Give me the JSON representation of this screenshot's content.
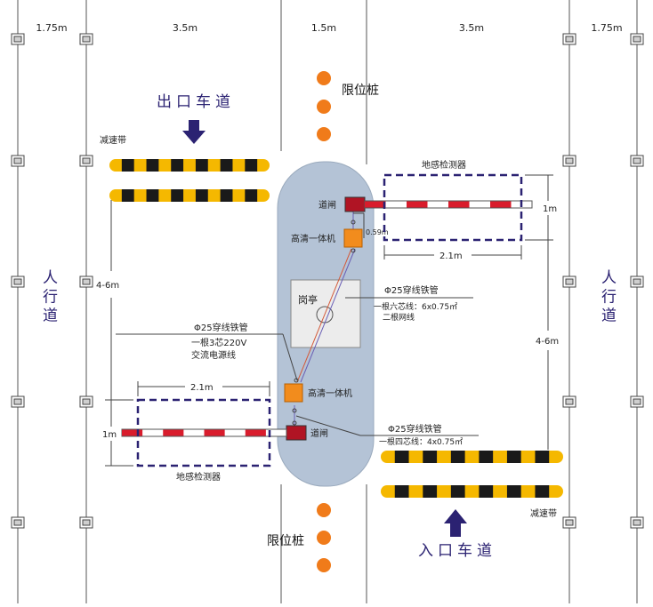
{
  "dimensions": {
    "side_left": "1.75m",
    "lane_left": "3.5m",
    "middle": "1.5m",
    "lane_right": "3.5m",
    "side_right": "1.75m"
  },
  "labels": {
    "exit_lane": "出口车道",
    "entry_lane": "入口车道",
    "speed_bump_top": "减速带",
    "speed_bump_bottom": "减速带",
    "limit_post_top": "限位桩",
    "limit_post_bottom": "限位桩",
    "sidewalk_left": "人行道",
    "sidewalk_right": "人行道",
    "booth": "岗亭",
    "gate_top": "道闸",
    "gate_bottom": "道闸",
    "camera_top": "高清一体机",
    "camera_bottom": "高清一体机",
    "loop_detector_top": "地感检测器",
    "loop_detector_bottom": "地感检测器",
    "loop_width_top": "2.1m",
    "loop_width_bottom": "2.1m",
    "loop_height_top": "1m",
    "loop_height_bottom": "1m",
    "gap_top": "0.59m",
    "distance_left": "4-6m",
    "distance_right": "4-6m"
  },
  "cables": {
    "top_pipe": "Φ25穿线铁管",
    "top_line1": "一根六芯线：6x0.75㎡",
    "top_line2": "二根网线",
    "middle_pipe": "Φ25穿线铁管",
    "middle_line1": "一根3芯220V",
    "middle_line2": "交流电源线",
    "bottom_pipe": "Φ25穿线铁管",
    "bottom_line1": "一根四芯线：4x0.75㎡"
  },
  "colors": {
    "island": "#b4c3d6",
    "booth": "#ececec",
    "camera": "#f28c1d",
    "post": "#f07b1a",
    "bump_yellow": "#f5b800",
    "bump_black": "#1a1a1a",
    "gate_red": "#d91c2c",
    "gate_housing": "#b01424",
    "arrow": "#2b2272",
    "lane_title": "#2b2272",
    "loop_border": "#2b2272"
  },
  "icons": {
    "arrow_down": "down-arrow-icon",
    "arrow_up": "up-arrow-icon",
    "pillar": "pillar-icon"
  }
}
